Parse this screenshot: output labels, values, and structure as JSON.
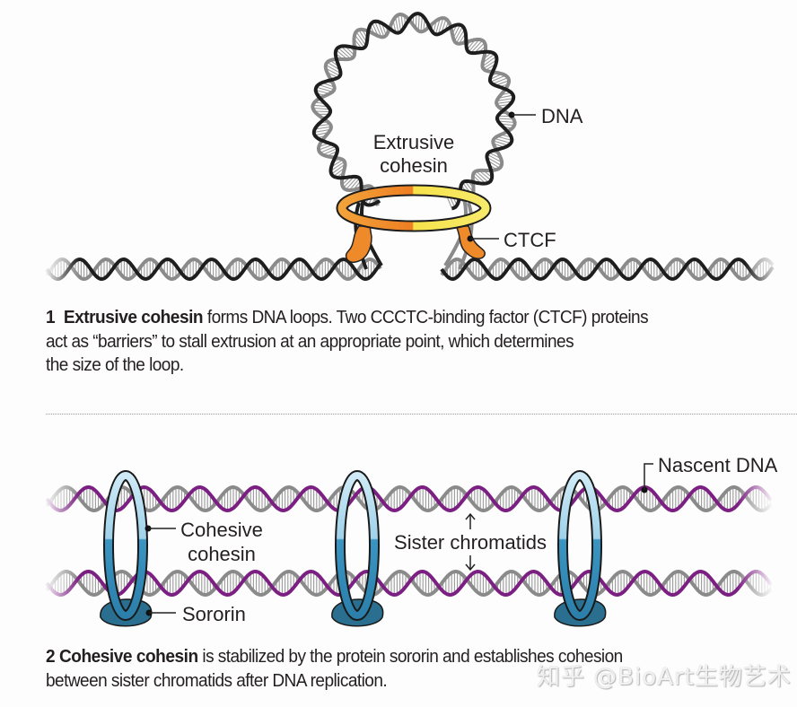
{
  "panel1": {
    "labels": {
      "dna": "DNA",
      "extrusive_cohesin_line1": "Extrusive",
      "extrusive_cohesin_line2": "cohesin",
      "ctcf": "CTCF"
    },
    "caption": {
      "number": "1",
      "bold": "Extrusive cohesin",
      "line1_rest": " forms DNA loops. Two CCCTC-binding factor (CTCF) proteins",
      "line2": "act as “barriers” to stall extrusion at an appropriate point, which determines",
      "line3": "the size of the loop."
    }
  },
  "panel2": {
    "labels": {
      "nascent_dna": "Nascent DNA",
      "cohesive_cohesin_line1": "Cohesive",
      "cohesive_cohesin_line2": "cohesin",
      "sister_chromatids": "Sister chromatids",
      "sororin": "Sororin"
    },
    "caption": {
      "number": "2",
      "bold": "Cohesive cohesin",
      "line1_rest": " is stabilized by the protein sororin and establishes cohesion",
      "line2": "between sister chromatids after DNA replication."
    }
  },
  "watermark": "知乎 @BioArt生物艺术",
  "colors": {
    "dna_dark": "#1e1e1e",
    "dna_gray": "#8a8a8a",
    "nascent_purple": "#7b1f82",
    "cohesin_orange": "#f08a24",
    "cohesin_yellow": "#f6e24a",
    "cohesive_light_blue": "#a9d8ee",
    "cohesive_dark_blue": "#2f8ab8",
    "sororin_blue": "#2a6f8f"
  }
}
